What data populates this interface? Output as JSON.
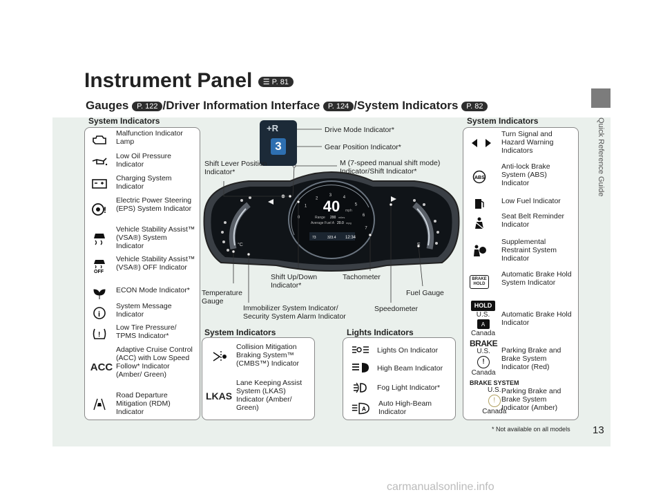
{
  "side_tab": "Quick Reference Guide",
  "title": "Instrument Panel",
  "title_ref": "P. 81",
  "subtitle": {
    "part1": "Gauges",
    "ref1": "P. 122",
    "part2": "/Driver Information Interface",
    "ref2": "P. 124",
    "part3": "/System Indicators",
    "ref3": "P. 82"
  },
  "left_section": "System Indicators",
  "left_items": [
    {
      "icon": "malfunction-icon",
      "text": "Malfunction Indicator Lamp"
    },
    {
      "icon": "oil-pressure-icon",
      "text": "Low Oil Pressure Indicator"
    },
    {
      "icon": "charging-icon",
      "text": "Charging System Indicator"
    },
    {
      "icon": "eps-icon",
      "text": "Electric Power Steering (EPS) System Indicator"
    },
    {
      "icon": "vsa-icon",
      "text": "Vehicle Stability Assist™ (VSA®) System Indicator"
    },
    {
      "icon": "vsa-off-icon",
      "text": "Vehicle Stability Assist™ (VSA®) OFF Indicator"
    },
    {
      "icon": "econ-icon",
      "text": "ECON Mode Indicator*"
    },
    {
      "icon": "info-icon",
      "text": "System Message Indicator"
    },
    {
      "icon": "tpms-icon",
      "text": "Low Tire Pressure/ TPMS Indicator*"
    },
    {
      "icon": "acc-icon",
      "text": "Adaptive Cruise Control (ACC) with Low Speed Follow* Indicator (Amber/ Green)"
    },
    {
      "icon": "rdm-icon",
      "text": "Road Departure Mitigation (RDM) Indicator"
    }
  ],
  "acc_glyph": "ACC",
  "vsa_off_glyph": "OFF",
  "right_section": "System Indicators",
  "right_items": [
    {
      "icon": "turn-signal-icon",
      "text": "Turn Signal and Hazard Warning Indicators"
    },
    {
      "icon": "abs-icon",
      "text": "Anti-lock Brake System (ABS) Indicator"
    },
    {
      "icon": "fuel-icon",
      "text": "Low Fuel Indicator"
    },
    {
      "icon": "seat-belt-icon",
      "text": "Seat Belt Reminder Indicator"
    },
    {
      "icon": "srs-icon",
      "text": "Supplemental Restraint System Indicator"
    },
    {
      "icon": "brake-hold-icon",
      "text": "Automatic Brake Hold System Indicator"
    },
    {
      "icon": "hold-icon",
      "text": "Automatic Brake Hold Indicator"
    },
    {
      "icon": "brake-red-icon",
      "text": "Parking Brake and Brake System Indicator (Red)"
    },
    {
      "icon": "brake-amber-icon",
      "text": "Parking Brake and Brake System Indicator (Amber)"
    }
  ],
  "abs_glyph": "ABS",
  "brake_hold_glyph": "BRAKE HOLD",
  "hold_glyph": "HOLD",
  "brake_glyph": "BRAKE",
  "brake_system_glyph": "BRAKE SYSTEM",
  "region_us": "U.S.",
  "region_canada": "Canada",
  "bottom_left_section": "System Indicators",
  "bottom_left_items": [
    {
      "icon": "cmbs-icon",
      "text": "Collision Mitigation Braking System™ (CMBS™) Indicator"
    },
    {
      "icon": "lkas-icon",
      "text": "Lane Keeping Assist System (LKAS) Indicator (Amber/ Green)"
    }
  ],
  "lkas_glyph": "LKAS",
  "lights_section": "Lights Indicators",
  "lights_items": [
    {
      "icon": "lights-on-icon",
      "text": "Lights On Indicator"
    },
    {
      "icon": "high-beam-icon",
      "text": "High Beam Indicator"
    },
    {
      "icon": "fog-light-icon",
      "text": "Fog Light Indicator*"
    },
    {
      "icon": "auto-high-beam-icon",
      "text": "Auto High-Beam Indicator"
    }
  ],
  "callouts": {
    "drive_mode": "Drive Mode Indicator*",
    "gear_position": "Gear Position Indicator*",
    "shift_lever": "Shift Lever Position Indicator*",
    "m_mode": "M (7-speed manual shift mode) Indicator/Shift Indicator*",
    "shift_updown": "Shift Up/Down Indicator*",
    "tachometer": "Tachometer",
    "temperature": "Temperature Gauge",
    "immobilizer": "Immobilizer System Indicator/ Security System Alarm Indicator",
    "speedometer": "Speedometer",
    "fuel_gauge": "Fuel Gauge"
  },
  "gear_display": {
    "mode": "+R",
    "gear": "3"
  },
  "cluster": {
    "speed": "40",
    "speed_unit": "mph",
    "range_label": "Range",
    "range_value": "200",
    "range_unit": "miles",
    "avg_fuel_label": "Average Fuel A",
    "avg_fuel_value": "20.0",
    "avg_fuel_unit": "mpg",
    "temp": "73",
    "odometer": "323.4",
    "clock": "12:34",
    "tach_ticks": [
      "0",
      "1",
      "2",
      "3",
      "4",
      "5",
      "6",
      "7"
    ]
  },
  "footnote": "* Not available on all models",
  "page_number": "13",
  "watermark": "carmanualsonline.info"
}
